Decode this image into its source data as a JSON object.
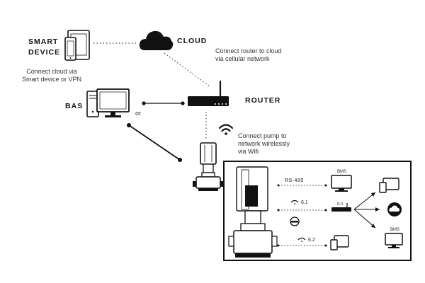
{
  "nodes": {
    "smart_device": {
      "line1": "SMART",
      "line2": "DEVICE"
    },
    "cloud": "CLOUD",
    "router": "ROUTER",
    "bas": "BAS"
  },
  "captions": {
    "smart_device_1": "Connect cloud via",
    "smart_device_2": "Smart device or VPN",
    "cloud_1": "Connect router to cloud",
    "cloud_2": "via cellular network",
    "pump_1": "Connect pump to",
    "pump_2": "network wirelessly",
    "pump_3": "via Wifi",
    "or": "or"
  },
  "detail_box": {
    "rs485": "RS-485",
    "wifi_6_1": "6.1",
    "wifi_6_2": "6.2",
    "bms_top": "BMS",
    "bms_right": "BMS",
    "hub_label": "R·S"
  },
  "colors": {
    "line": "#111111",
    "fill": "#111111",
    "box_border": "#111111"
  }
}
